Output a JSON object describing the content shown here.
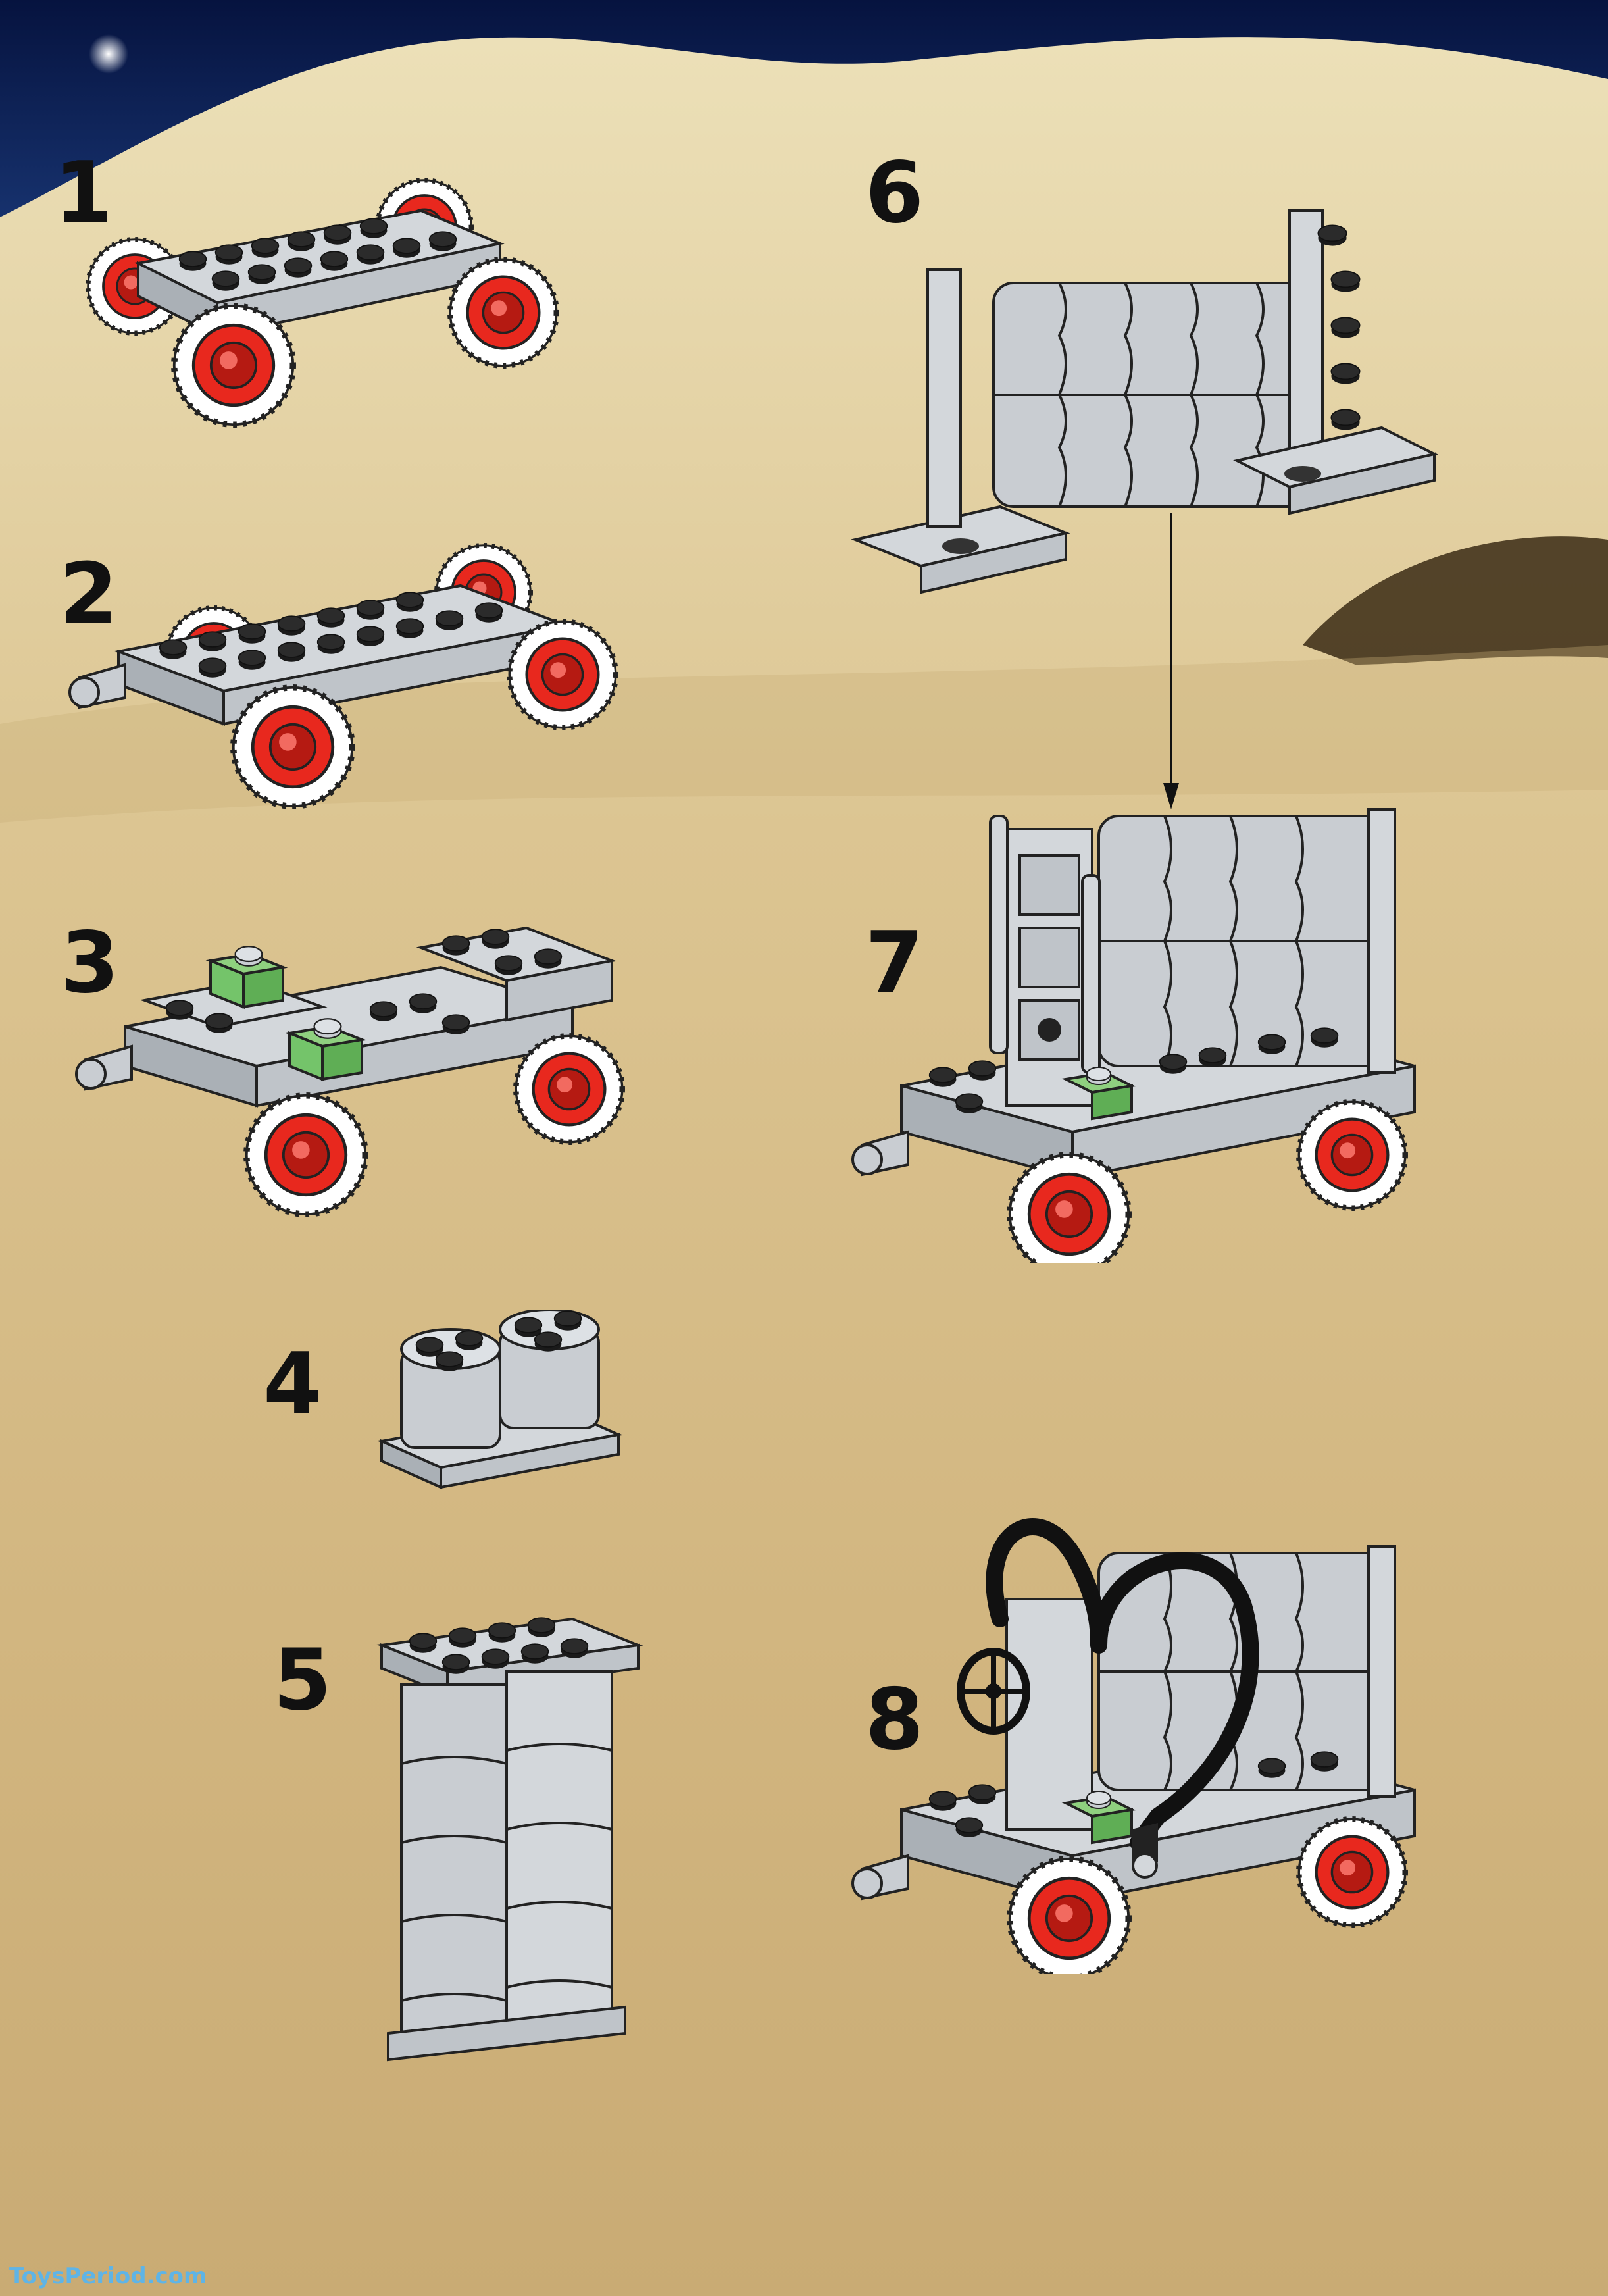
{
  "steps": [
    {
      "number": "1"
    },
    {
      "number": "2"
    },
    {
      "number": "3"
    },
    {
      "number": "4"
    },
    {
      "number": "5"
    },
    {
      "number": "6"
    },
    {
      "number": "7"
    },
    {
      "number": "8"
    }
  ],
  "watermark": "ToysPeriod.com",
  "colors": {
    "sky": "#0b1f55",
    "sand": "#d8c08a",
    "brick_gray": "#c9cdd2",
    "stud_dark": "#1d1d1d",
    "wheel_red": "#e8281e",
    "accent_green": "#74c46a",
    "hose_black": "#111111"
  },
  "icons": [
    "wheel-icon",
    "stud-icon",
    "canister-icon",
    "steering-wheel-icon",
    "hose-icon",
    "arrow-down-icon"
  ]
}
